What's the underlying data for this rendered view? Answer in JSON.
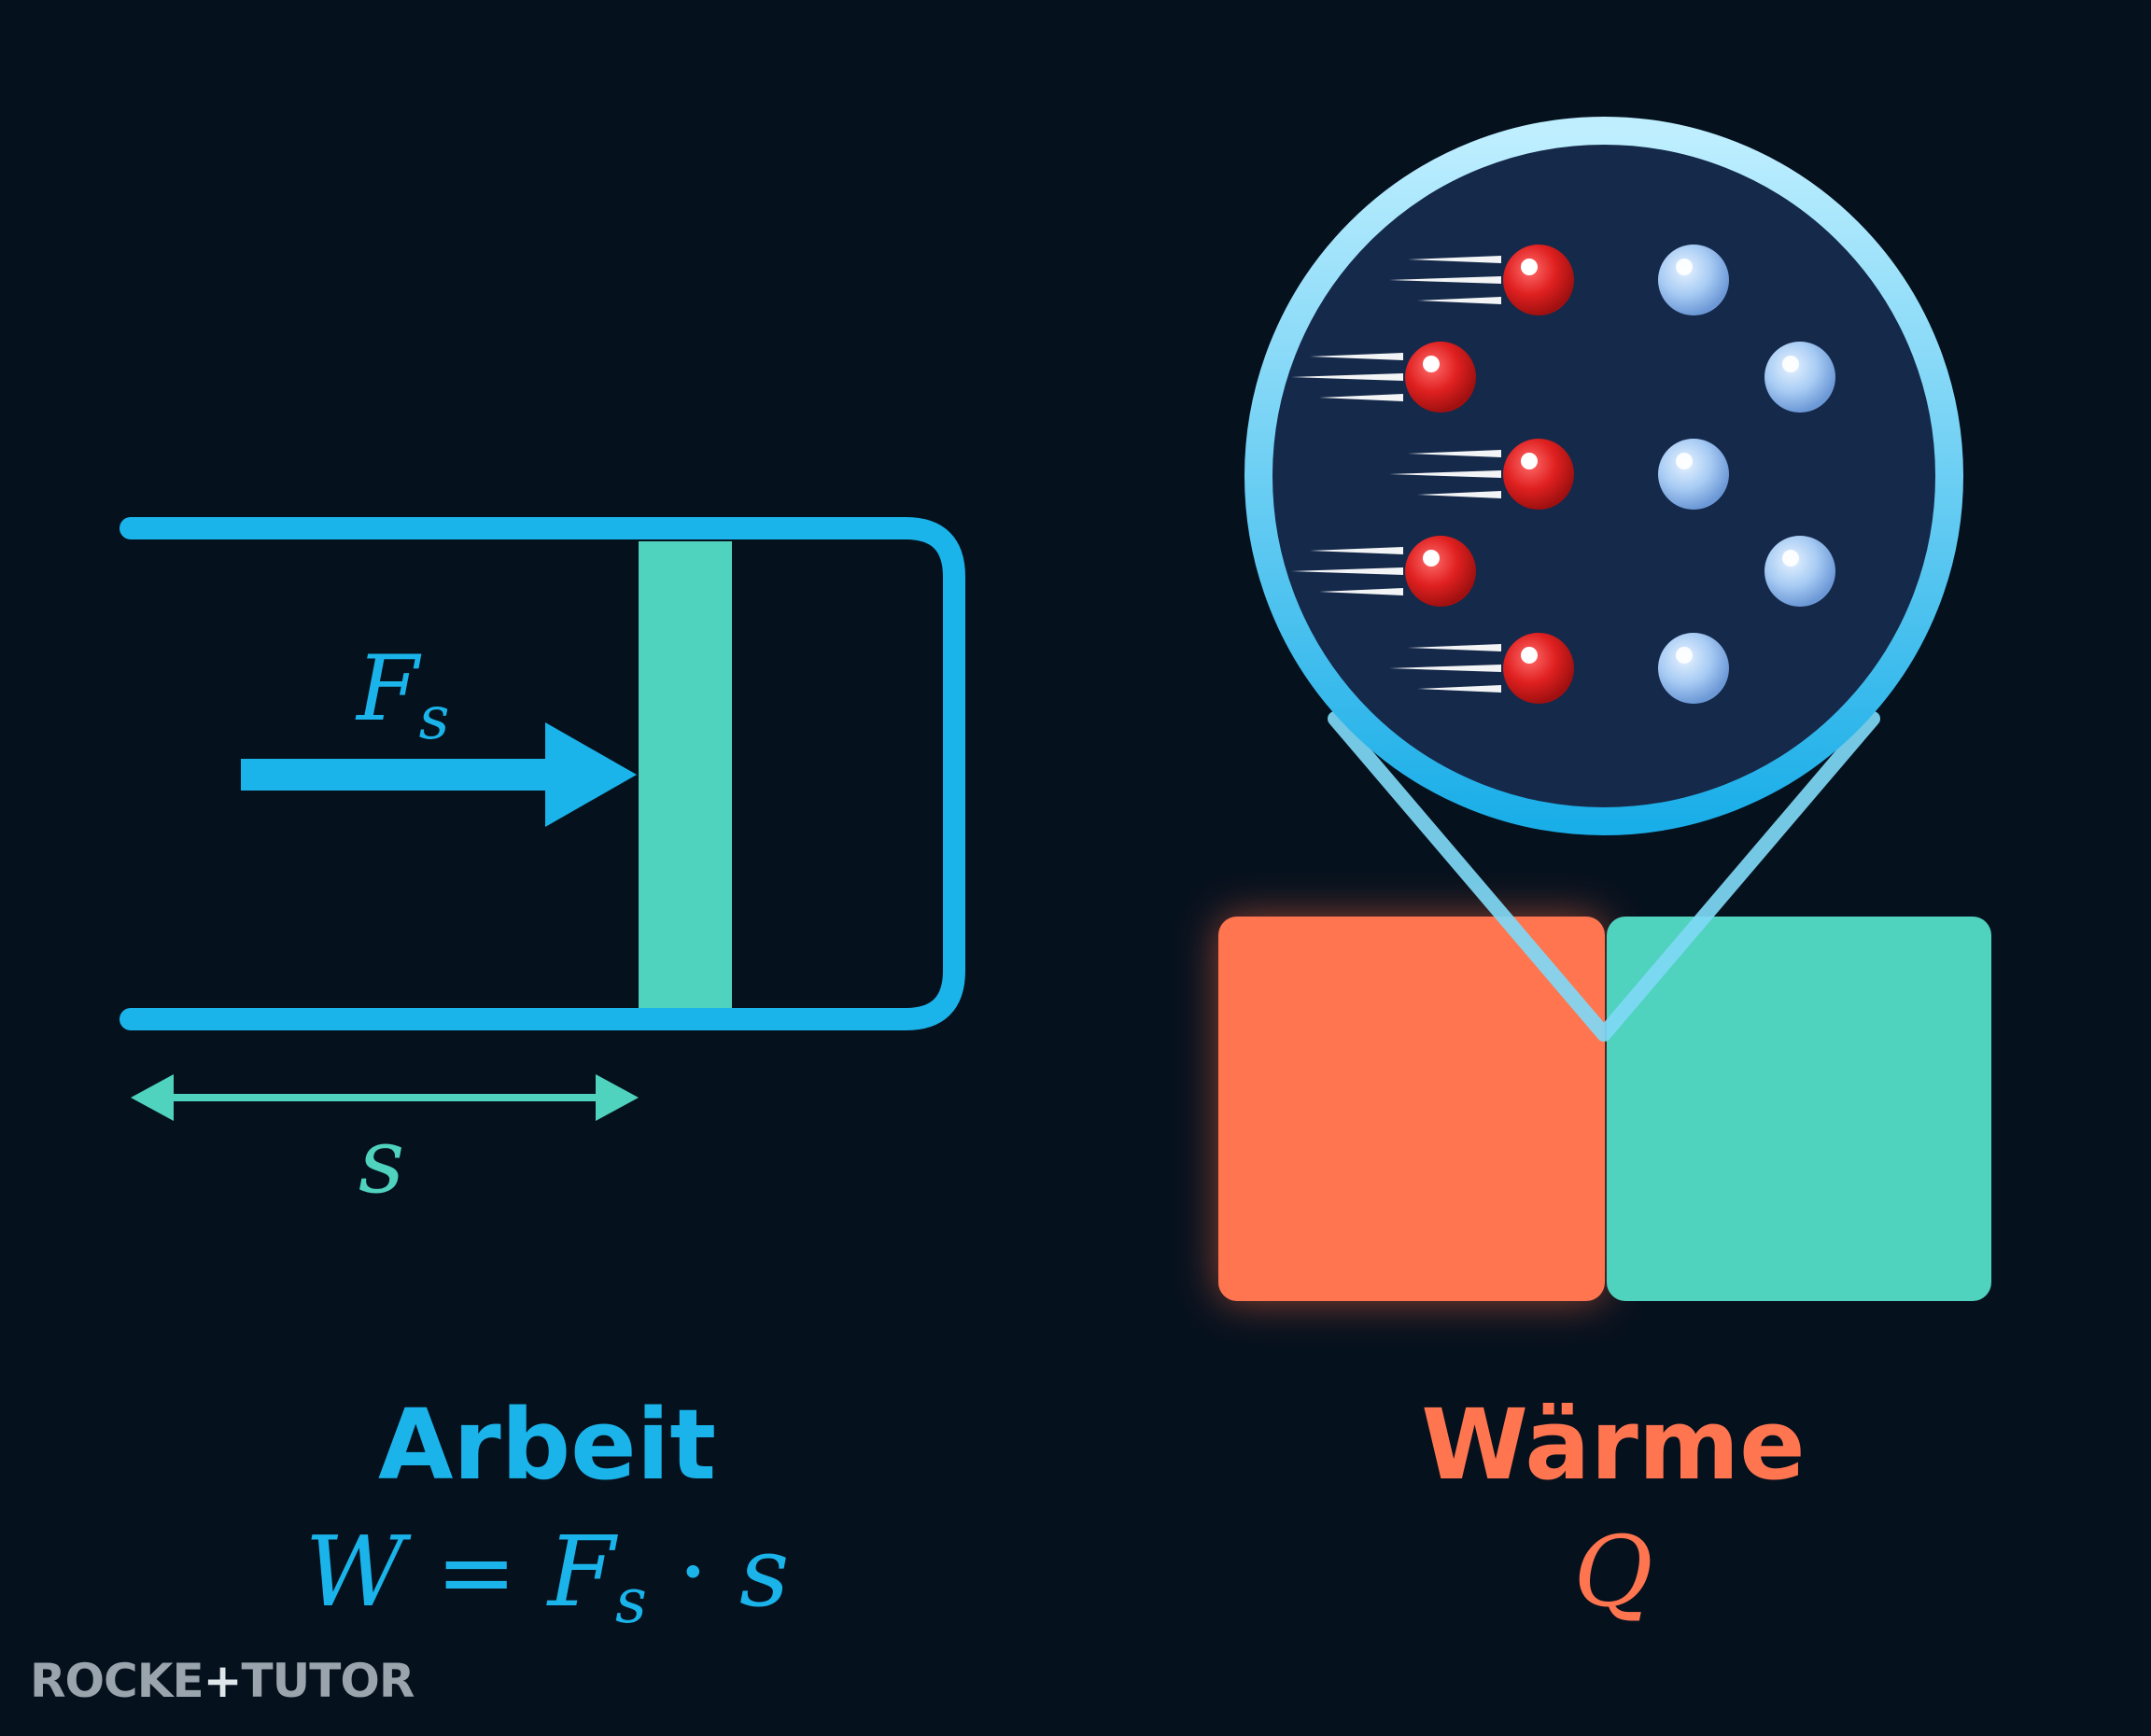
{
  "left": {
    "title": "Arbeit",
    "formula": {
      "lhs": "W",
      "eq": "=",
      "f": "F",
      "sub": "s",
      "dot": "·",
      "s": "s"
    },
    "force_label": {
      "main": "F",
      "sub": "s"
    },
    "distance_label": "s"
  },
  "right": {
    "title": "Wärme",
    "symbol": "Q"
  },
  "logo": {
    "part1": "ROCKE",
    "plus": "+",
    "part2": "TUTOR"
  },
  "colors": {
    "background": "#06111e",
    "cylinder": "#1ab4ea",
    "piston": "#4fd2be",
    "hot": "#ff7550",
    "cold": "#4fd2be",
    "lens": "#4ecbf0",
    "lens_fill": "#15294a",
    "hot_particle": "#e52424",
    "cold_particle": "#9ec6f2",
    "title_left": "#1ab4ea",
    "title_right": "#ff7550"
  }
}
